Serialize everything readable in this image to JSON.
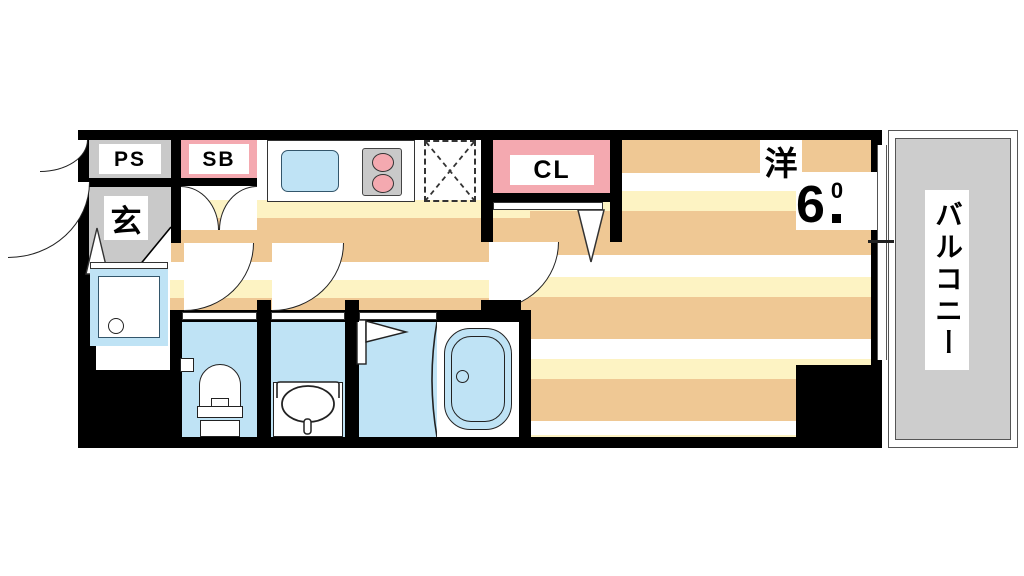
{
  "plan": {
    "rooms": [
      {
        "code": "PS",
        "label": "PS",
        "meaning": "pipe-shaft"
      },
      {
        "code": "SB",
        "label": "SB",
        "meaning": "shoe-box"
      },
      {
        "code": "GENKAN",
        "label": "玄",
        "meaning": "entrance"
      },
      {
        "code": "CL",
        "label": "CL",
        "meaning": "closet"
      },
      {
        "code": "WESTERN",
        "label": "洋",
        "meaning": "western-style-room"
      },
      {
        "code": "BALCONY",
        "label": "バルコニー",
        "meaning": "balcony"
      }
    ],
    "main_room": {
      "type_label": "洋",
      "size_whole": "6",
      "size_decimal": ".",
      "size_sup": "0",
      "size_full": "6.0"
    },
    "balcony": {
      "label": "バルコニー"
    },
    "entrance": {
      "label": "玄"
    },
    "storage": {
      "ps_label": "PS",
      "sb_label": "SB",
      "cl_label": "CL"
    },
    "fixtures": [
      {
        "name": "kitchen-sink"
      },
      {
        "name": "gas-stove-two-burner"
      },
      {
        "name": "refrigerator-space"
      },
      {
        "name": "washing-machine-space"
      },
      {
        "name": "toilet"
      },
      {
        "name": "washbasin"
      },
      {
        "name": "bathtub"
      }
    ],
    "colors": {
      "wall": "#000000",
      "floor_tan": "#efc894",
      "floor_cream": "#fdf3c3",
      "floor_white": "#ffffff",
      "water_blue": "#bfe3f5",
      "storage_pink": "#f4a9b0",
      "gray_area": "#c9c9c9",
      "balcony_gray": "#cdcdcd",
      "burner_pink": "#f4a9b0"
    }
  }
}
